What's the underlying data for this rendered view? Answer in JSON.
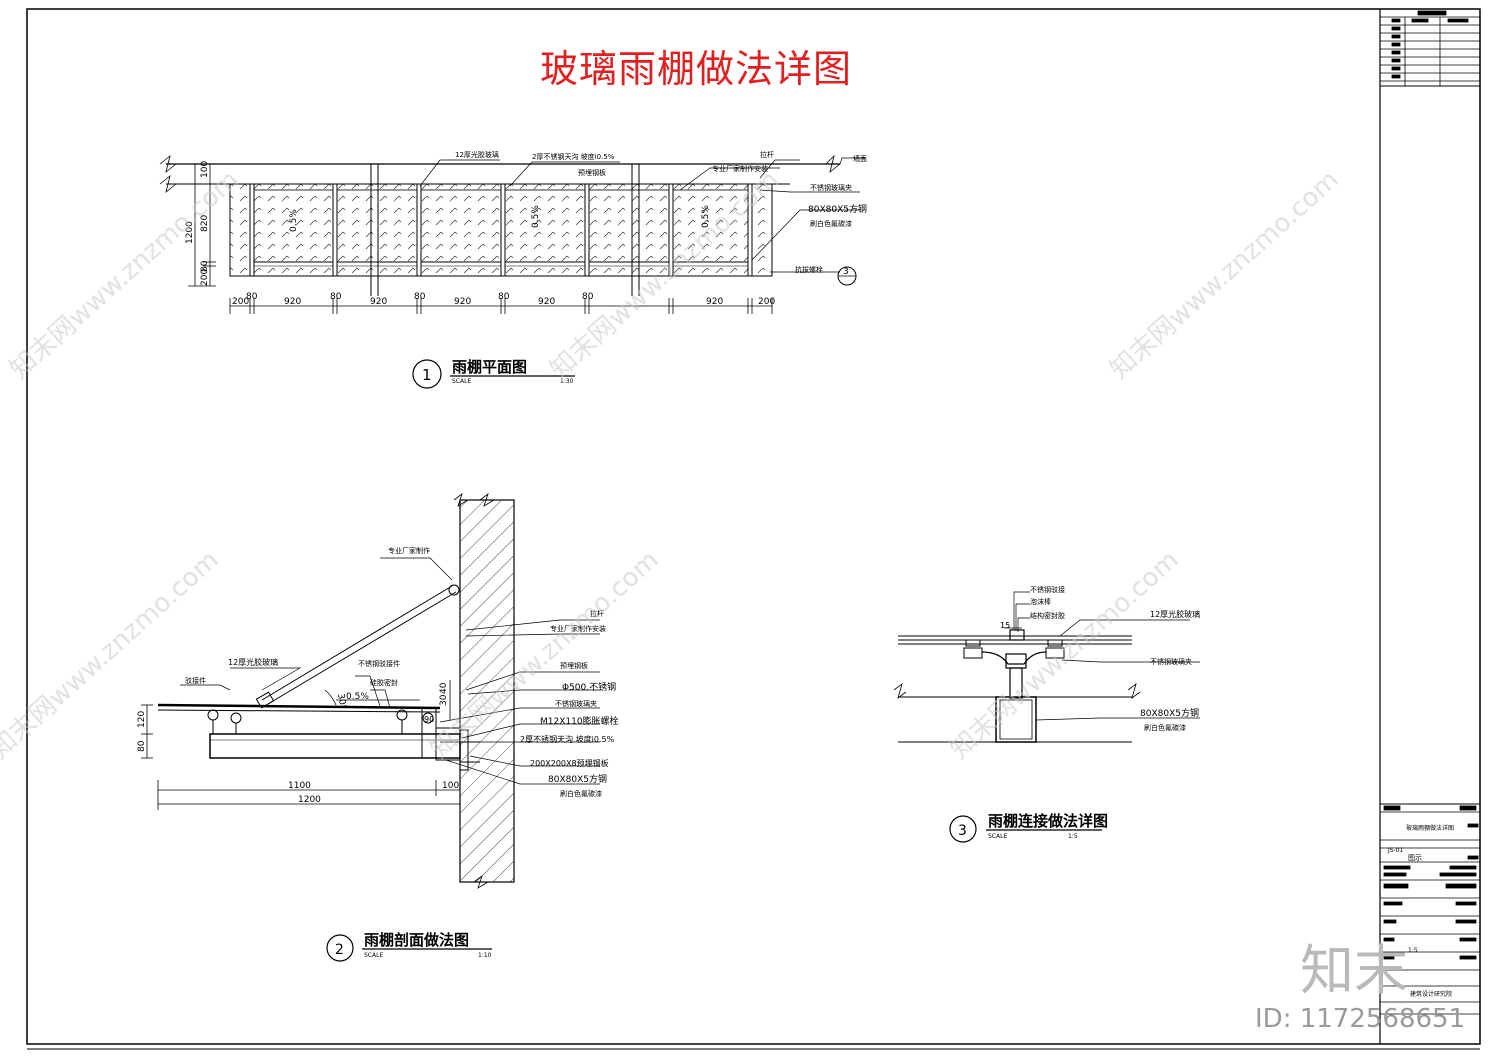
{
  "sheet": {
    "title": "玻璃雨棚做法详图",
    "id_text": "ID: 1172568651",
    "logo_text": "知末",
    "watermark": "知末网www.znzmo.com"
  },
  "plan": {
    "number": "1",
    "name": "雨棚平面图",
    "scale_label": "SCALE",
    "scale_value": "1:30",
    "callouts": [
      "12厚光胶玻璃",
      "2厚不锈钢天沟  坡度i0.5%",
      "预埋钢板",
      "专业厂家制作安装",
      "拉杆",
      "墙面",
      "不锈钢玻璃夹",
      "80X80X5方钢",
      "刷白色氟碳漆",
      "抗拔螺栓",
      "3"
    ],
    "slopes": [
      "0.5%",
      "0.5%",
      "0.5%"
    ],
    "bottom_dims": [
      "200",
      "80",
      "920",
      "80",
      "920",
      "80",
      "920",
      "80",
      "920",
      "80",
      "920",
      "200"
    ],
    "left_dims": [
      "100",
      "1200",
      "820",
      "80",
      "200"
    ]
  },
  "section": {
    "number": "2",
    "name": "雨棚剖面做法图",
    "scale_label": "SCALE",
    "scale_value": "1:10",
    "callouts": [
      "专业厂家制作",
      "拉杆",
      "专业厂家制作安装",
      "12厚光胶玻璃",
      "驳接件",
      "不锈钢驳接件",
      "硅胶密封",
      "预埋钢板",
      "Φ500.不锈钢",
      "不锈钢玻璃夹",
      "M12X110膨胀螺栓",
      "2厚不锈钢天沟  坡度i0.5%",
      "200X200X8预埋钢板",
      "80X80X5方钢",
      "刷白色氟碳漆"
    ],
    "angle": "30°",
    "slope": "0.5%",
    "dims_h": [
      "1100",
      "100",
      "1200"
    ],
    "dims_v": [
      "120",
      "80",
      "30",
      "40",
      "90"
    ]
  },
  "detail": {
    "number": "3",
    "name": "雨棚连接做法详图",
    "scale_label": "SCALE",
    "scale_value": "1:5",
    "callouts": [
      "不锈钢驳接",
      "泡沫棒",
      "结构密封胶",
      "12厚光胶玻璃",
      "不锈钢玻璃夹",
      "80X80X5方钢",
      "刷白色氟碳漆"
    ],
    "dims": [
      "15"
    ]
  },
  "titleblock": {
    "drawing_name": "玻璃雨棚做法详图",
    "drawing_no": "JS-01",
    "note": "图示",
    "scale": "1:5",
    "company": "建筑设计研究院"
  }
}
